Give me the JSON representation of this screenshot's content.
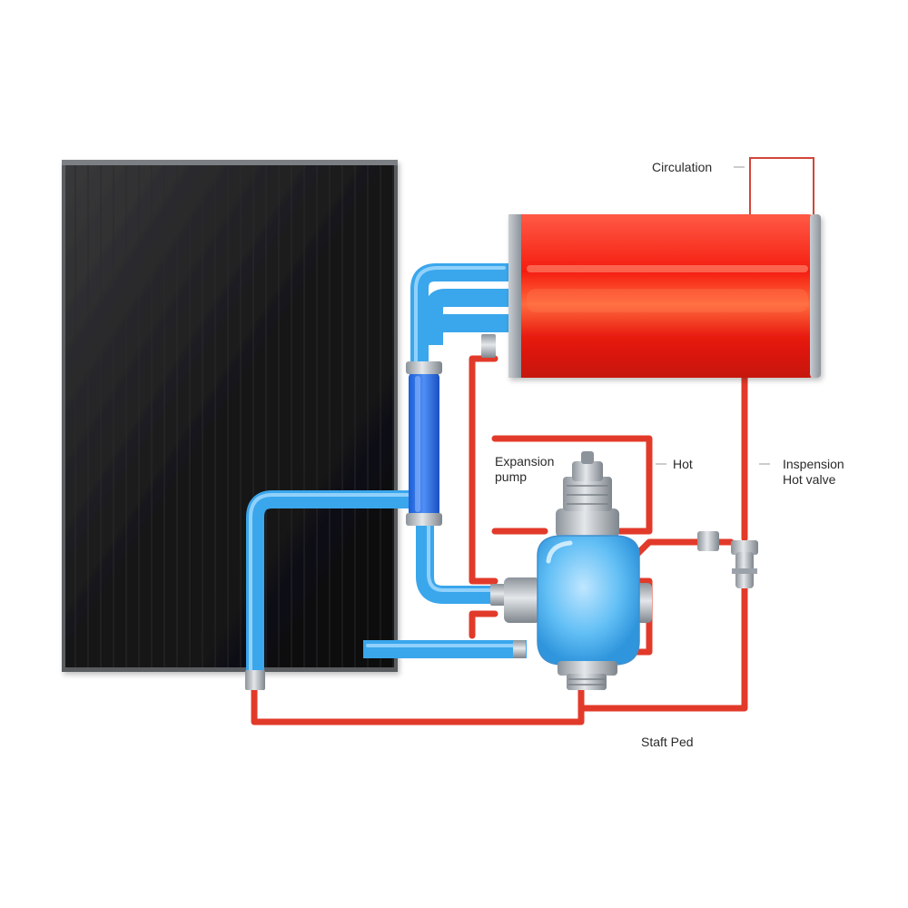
{
  "labels": {
    "circulation": "Circulation",
    "expansion_line1": "Expansion",
    "expansion_line2": "pump",
    "hot": "Hot",
    "inspension_line1": "Inspension",
    "inspension_line2": "Hot valve",
    "bottom": "Staft Ped"
  },
  "colors": {
    "panel": "#1a1a1a",
    "tank": "#e8261c",
    "cold_pipe": "#3aa6ec",
    "hot_pipe": "#e23a2a",
    "fitting": "#b9bec4"
  }
}
